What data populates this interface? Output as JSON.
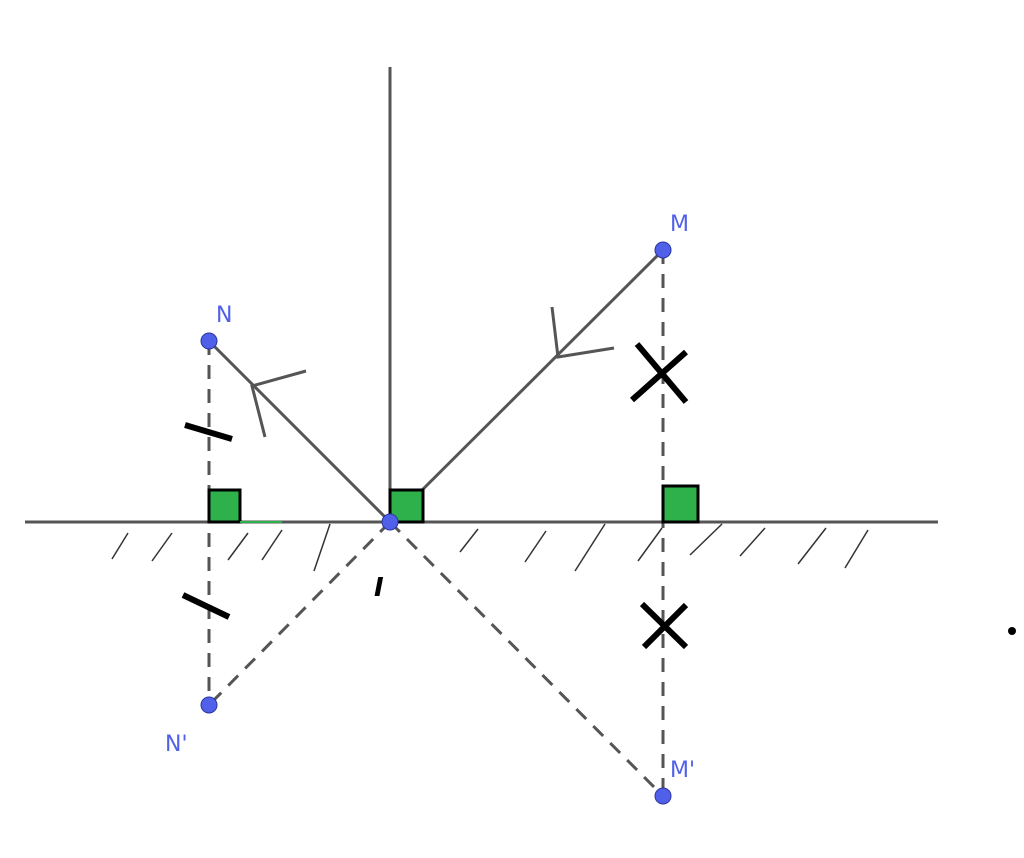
{
  "points": {
    "M": "M",
    "N": "N",
    "M_image": "M'",
    "N_image": "N'",
    "incidence": "I"
  },
  "colors": {
    "point_fill": "#5060e8",
    "point_label": "#5060e8",
    "line": "#555555",
    "right_angle_fill": "#2eb04a",
    "tick_marks": "#000000"
  },
  "icons": {
    "ray_arrow": "chevron-arrow-icon",
    "equal_segment_single": "single-tick-icon",
    "equal_segment_cross": "cross-tick-icon",
    "right_angle": "right-angle-square-icon"
  }
}
